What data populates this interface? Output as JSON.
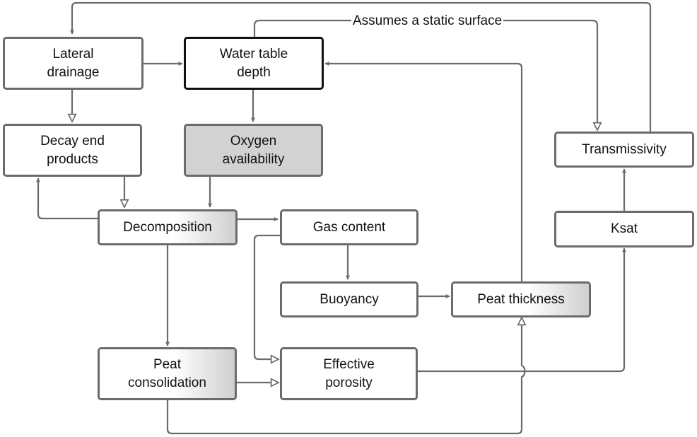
{
  "colors": {
    "border": "#6b6b6b",
    "strong_border": "#111111",
    "edge": "#6b6b6b",
    "fill_grey": "#d2d2d2"
  },
  "annotation": "Assumes a static surface",
  "nodes": {
    "lateral_drainage": "Lateral\ndrainage",
    "water_table_depth": "Water table\ndepth",
    "decay_end_products": "Decay end\nproducts",
    "oxygen_availability": "Oxygen\navailability",
    "transmissivity": "Transmissivity",
    "decomposition": "Decomposition",
    "gas_content": "Gas content",
    "ksat": "Ksat",
    "buoyancy": "Buoyancy",
    "peat_thickness": "Peat thickness",
    "peat_consolidation": "Peat\nconsolidation",
    "effective_porosity": "Effective\nporosity"
  }
}
